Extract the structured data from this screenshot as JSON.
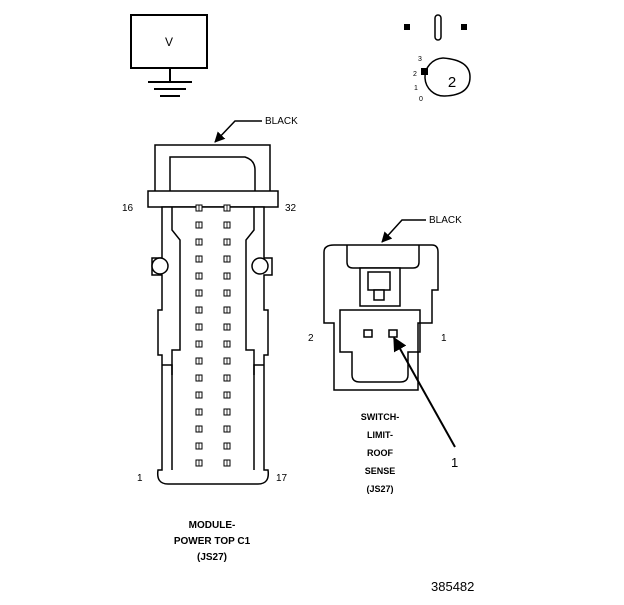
{
  "meter": {
    "symbol": "V"
  },
  "rotary_selector": {
    "position_marks": [
      "3",
      "2",
      "1",
      "0"
    ],
    "callout": "2"
  },
  "connector_main": {
    "color_label": "BLACK",
    "pin_16": "16",
    "pin_32": "32",
    "pin_1": "1",
    "pin_17": "17",
    "caption_lines": [
      "MODULE-",
      "POWER TOP C1",
      "(JS27)"
    ]
  },
  "connector_small": {
    "color_label": "BLACK",
    "pin_2": "2",
    "pin_1": "1",
    "caption_lines": [
      "SWITCH-",
      "LIMIT-",
      "ROOF",
      "SENSE",
      "(JS27)"
    ]
  },
  "callout_number": "1",
  "figure_id": "385482",
  "colors": {
    "stroke": "#000000",
    "fill": "#ffffff"
  }
}
